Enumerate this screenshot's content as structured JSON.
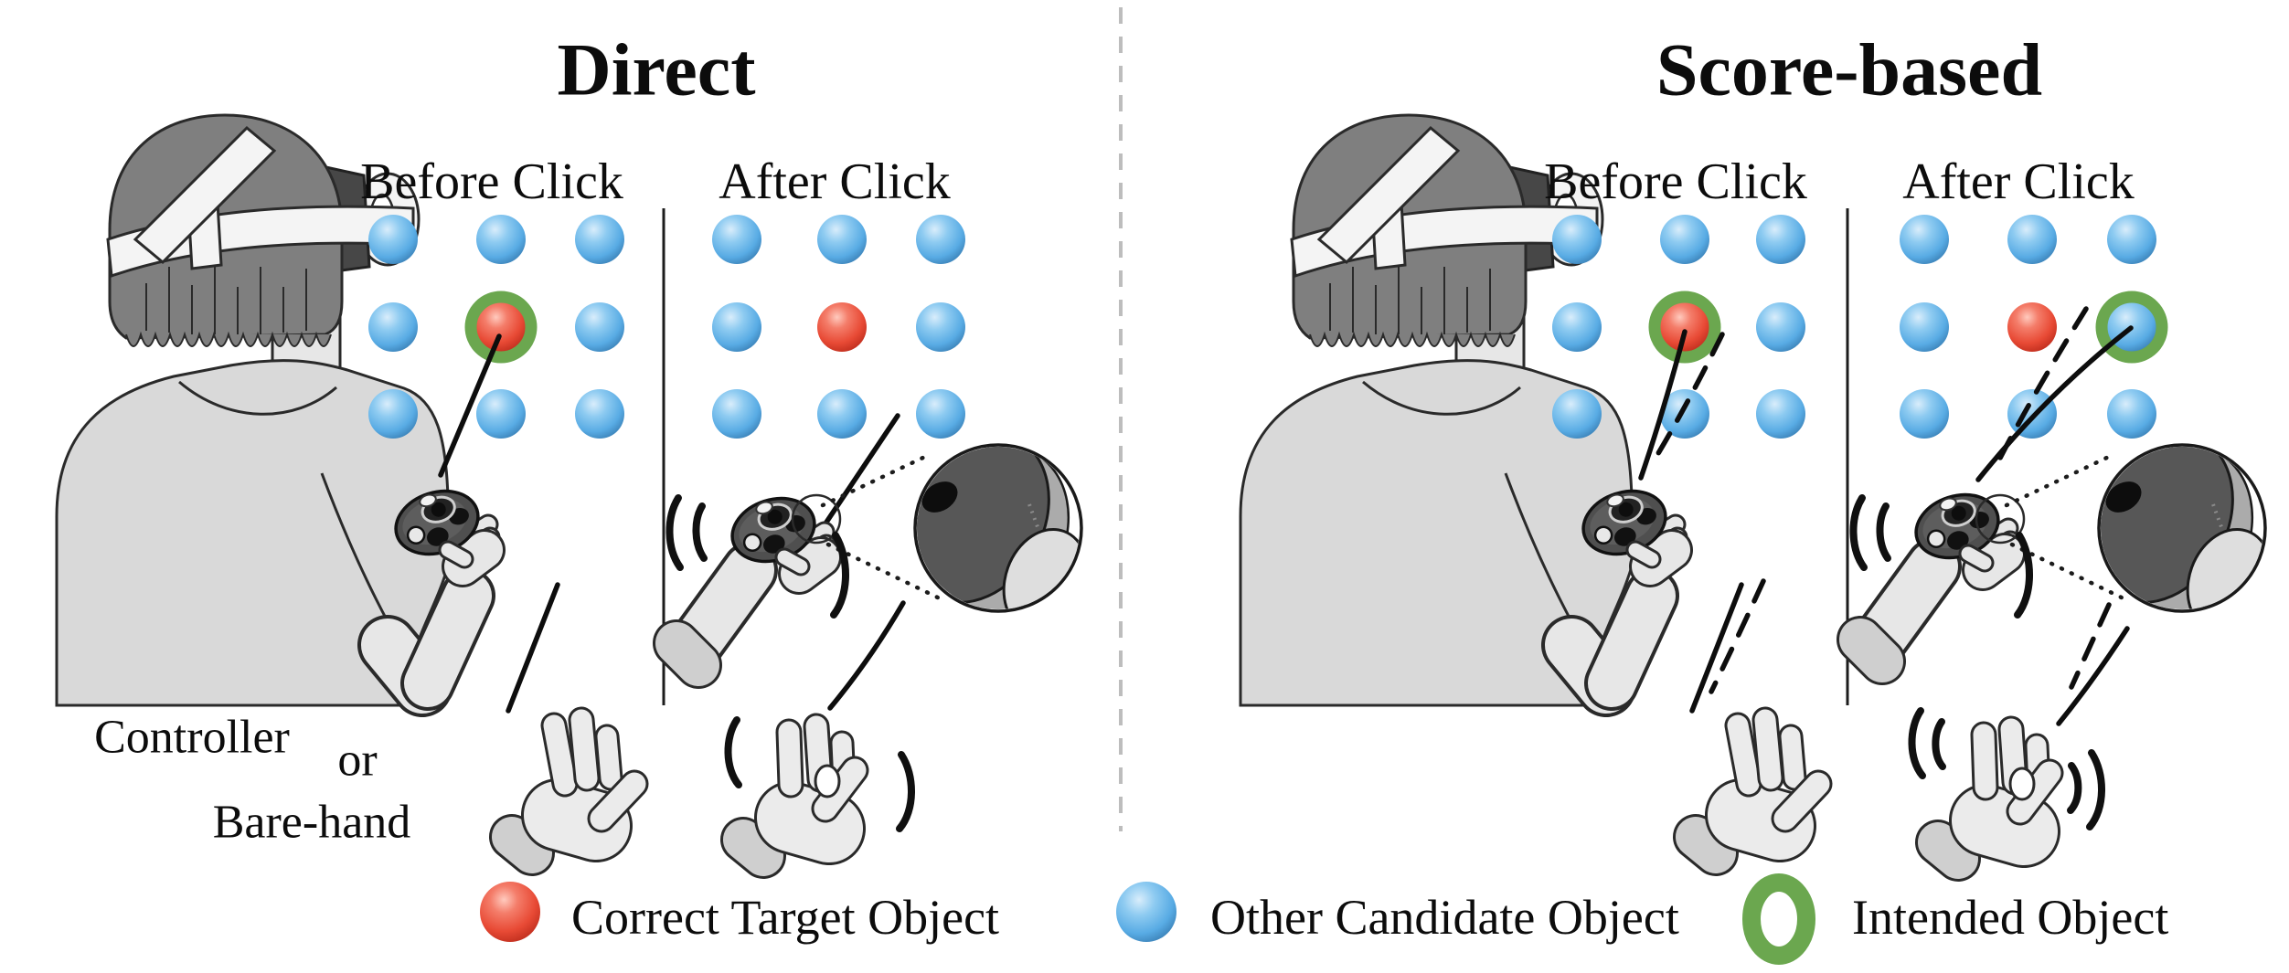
{
  "sections": [
    {
      "title": "Direct",
      "panels": [
        {
          "label": "Before Click",
          "grid": {
            "rows": 3,
            "cols": 3
          },
          "target_cell": {
            "row": 1,
            "col": 1
          },
          "ring_cell": {
            "row": 1,
            "col": 1
          },
          "rays": [
            "solid"
          ]
        },
        {
          "label": "After Click",
          "grid": {
            "rows": 3,
            "cols": 3
          },
          "target_cell": {
            "row": 1,
            "col": 1
          },
          "ring_cell": null,
          "rays": [
            "solid"
          ],
          "vibration": true,
          "magnified_button_view": true
        }
      ],
      "input_options": {
        "controller": "Controller",
        "conjunction": "or",
        "barehand": "Bare-hand"
      }
    },
    {
      "title": "Score-based",
      "panels": [
        {
          "label": "Before Click",
          "grid": {
            "rows": 3,
            "cols": 3
          },
          "target_cell": {
            "row": 1,
            "col": 1
          },
          "ring_cell": {
            "row": 1,
            "col": 1
          },
          "rays": [
            "solid",
            "dashed"
          ]
        },
        {
          "label": "After Click",
          "grid": {
            "rows": 3,
            "cols": 3
          },
          "target_cell": {
            "row": 1,
            "col": 1
          },
          "ring_cell": {
            "row": 1,
            "col": 2
          },
          "rays": [
            "solid",
            "dashed"
          ],
          "vibration": true,
          "magnified_button_view": true
        }
      ]
    }
  ],
  "legend": {
    "items": [
      {
        "icon": "red-sphere-icon",
        "label": "Correct Target Object"
      },
      {
        "icon": "blue-sphere-icon",
        "label": "Other Candidate Object"
      },
      {
        "icon": "green-ring-icon",
        "label": "Intended Object"
      }
    ]
  },
  "colors": {
    "correct_target_red": "#e84a35",
    "candidate_blue": "#58abe4",
    "intended_ring_green": "#6ba74f"
  }
}
